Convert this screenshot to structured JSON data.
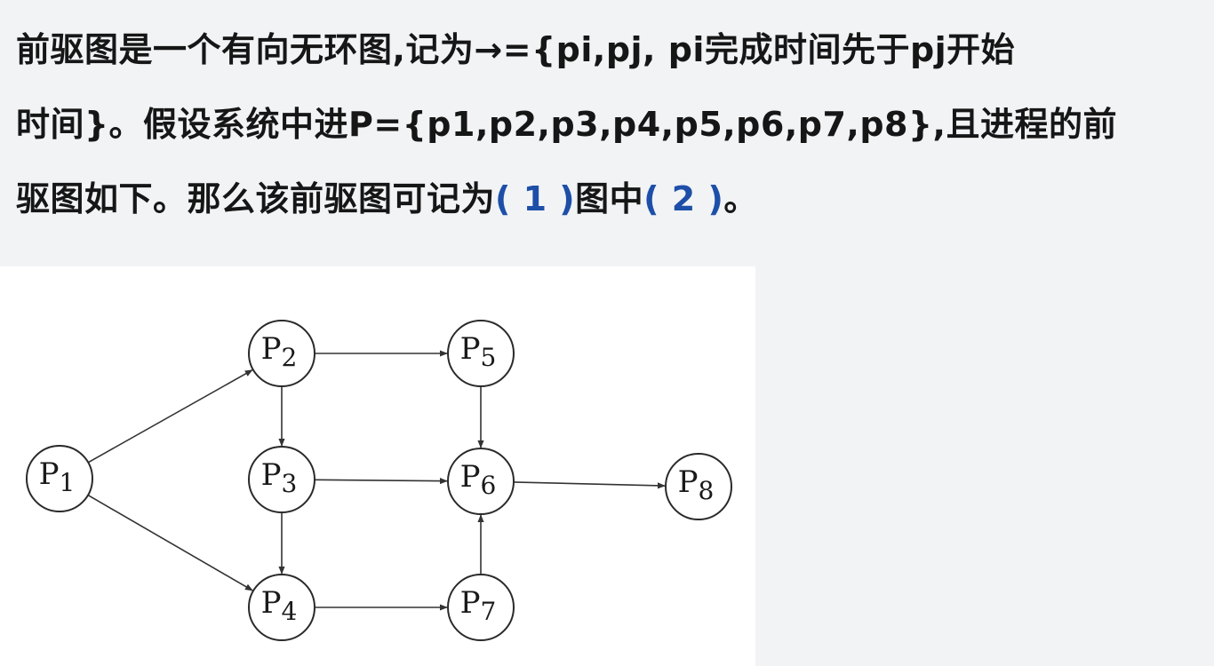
{
  "question": {
    "line1": "前驱图是一个有向无环图,记为→={pi,pj, pi完成时间先于pj开始",
    "line2": "时间}。假设系统中进P={p1,p2,p3,p4,p5,p6,p7,p8},且进程的前",
    "line3_prefix": "驱图如下。那么该前驱图可记为",
    "blank1": "( 1 )",
    "line3_mid": "图中",
    "blank2": "( 2 )",
    "line3_suffix": "。"
  },
  "diagram": {
    "nodes": [
      {
        "id": "p1",
        "letter": "P",
        "sub": "1"
      },
      {
        "id": "p2",
        "letter": "P",
        "sub": "2"
      },
      {
        "id": "p3",
        "letter": "P",
        "sub": "3"
      },
      {
        "id": "p4",
        "letter": "P",
        "sub": "4"
      },
      {
        "id": "p5",
        "letter": "P",
        "sub": "5"
      },
      {
        "id": "p6",
        "letter": "P",
        "sub": "6"
      },
      {
        "id": "p7",
        "letter": "P",
        "sub": "7"
      },
      {
        "id": "p8",
        "letter": "P",
        "sub": "8"
      }
    ],
    "edges": [
      {
        "from": "p1",
        "to": "p2"
      },
      {
        "from": "p1",
        "to": "p4"
      },
      {
        "from": "p2",
        "to": "p5"
      },
      {
        "from": "p2",
        "to": "p3"
      },
      {
        "from": "p3",
        "to": "p6"
      },
      {
        "from": "p3",
        "to": "p4"
      },
      {
        "from": "p5",
        "to": "p6"
      },
      {
        "from": "p7",
        "to": "p6"
      },
      {
        "from": "p4",
        "to": "p7"
      },
      {
        "from": "p6",
        "to": "p8"
      }
    ]
  }
}
